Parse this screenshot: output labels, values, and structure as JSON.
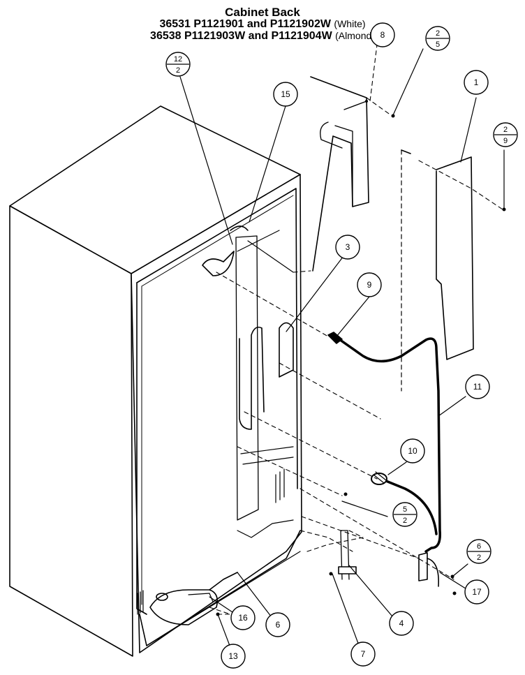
{
  "header": {
    "title": "Cabinet Back",
    "line1": "36531  P1121901 and P1121902W",
    "line1_note": "(White)",
    "line2": "36538  P1121903W and P1121904W",
    "line2_note": "(Almond)"
  },
  "callouts": {
    "c1": "1",
    "c3": "3",
    "c4": "4",
    "c6": "6",
    "c7": "7",
    "c8": "8",
    "c9": "9",
    "c10": "10",
    "c11": "11",
    "c13": "13",
    "c15": "15",
    "c16": "16",
    "c17": "17"
  },
  "fractions": {
    "f12": {
      "top": "12",
      "bottom": "2"
    },
    "f25": {
      "top": "2",
      "bottom": "5"
    },
    "f29": {
      "top": "2",
      "bottom": "9"
    },
    "f52": {
      "top": "5",
      "bottom": "2"
    },
    "f62": {
      "top": "6",
      "bottom": "2"
    }
  }
}
